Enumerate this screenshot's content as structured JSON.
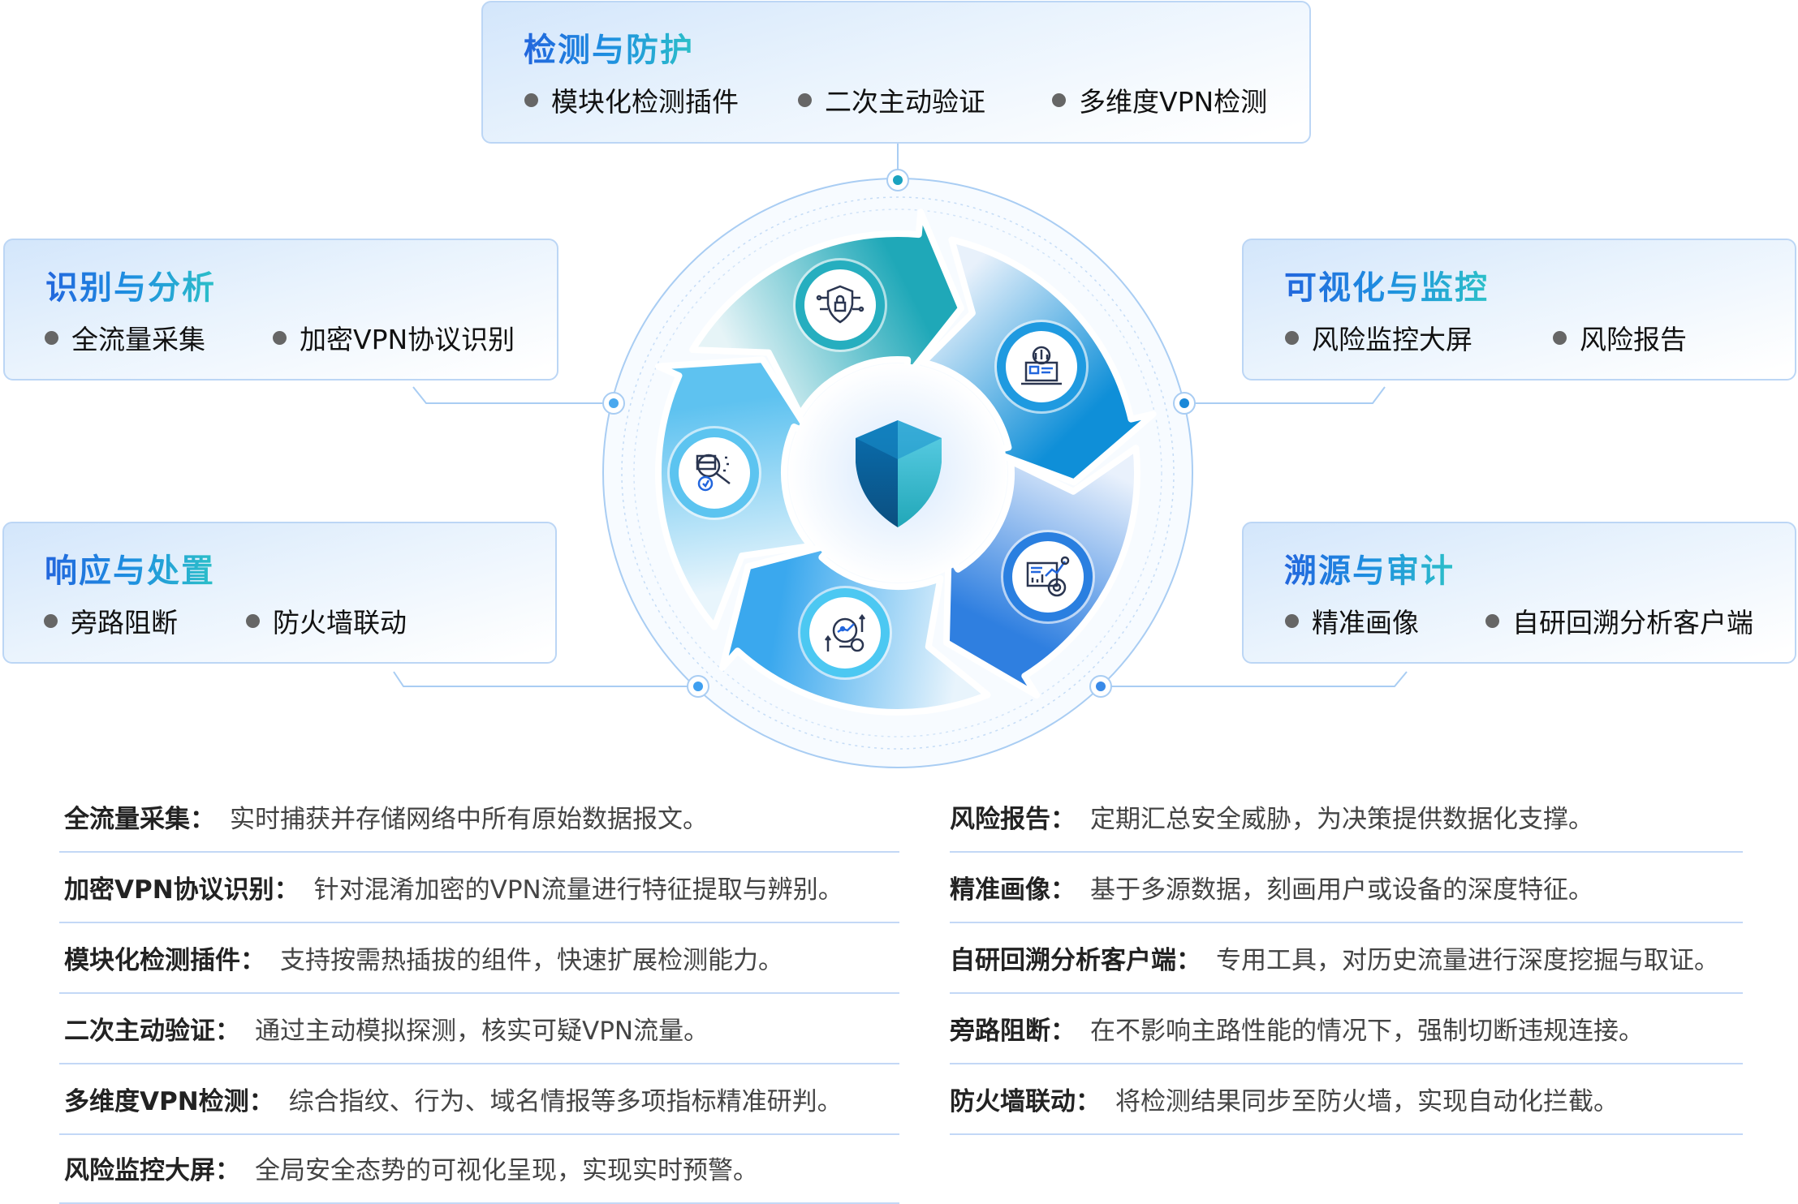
{
  "boxes": {
    "detect": {
      "title": "检测与防护",
      "items": [
        "模块化检测插件",
        "二次主动验证",
        "多维度VPN检测"
      ]
    },
    "identify": {
      "title": "识别与分析",
      "items": [
        "全流量采集",
        "加密VPN协议识别"
      ]
    },
    "respond": {
      "title": "响应与处置",
      "items": [
        "旁路阻断",
        "防火墙联动"
      ]
    },
    "visual": {
      "title": "可视化与监控",
      "items": [
        "风险监控大屏",
        "风险报告"
      ]
    },
    "trace": {
      "title": "溯源与审计",
      "items": [
        "精准画像",
        "自研回溯分析客户端"
      ]
    }
  },
  "descriptions_left": [
    {
      "label": "全流量采集：",
      "text": "实时捕获并存储网络中所有原始数据报文。"
    },
    {
      "label": "加密VPN协议识别：",
      "text": "针对混淆加密的VPN流量进行特征提取与辨别。"
    },
    {
      "label": "模块化检测插件：",
      "text": "支持按需热插拔的组件，快速扩展检测能力。"
    },
    {
      "label": "二次主动验证：",
      "text": "通过主动模拟探测，核实可疑VPN流量。"
    },
    {
      "label": "多维度VPN检测：",
      "text": "综合指纹、行为、域名情报等多项指标精准研判。"
    },
    {
      "label": "风险监控大屏：",
      "text": "全局安全态势的可视化呈现，实现实时预警。"
    }
  ],
  "descriptions_right": [
    {
      "label": "风险报告：",
      "text": "定期汇总安全威胁，为决策提供数据化支撑。"
    },
    {
      "label": "精准画像：",
      "text": "基于多源数据，刻画用户或设备的深度特征。"
    },
    {
      "label": "自研回溯分析客户端：",
      "text": "专用工具，对历史流量进行深度挖掘与取证。"
    },
    {
      "label": "旁路阻断：",
      "text": "在不影响主路性能的情况下，强制切断违规连接。"
    },
    {
      "label": "防火墙联动：",
      "text": "将检测结果同步至防火墙，实现自动化拦截。"
    }
  ],
  "colors": {
    "accent_blue": "#2266dd",
    "accent_teal": "#2cc0c8",
    "connector": "#a9cdf3"
  }
}
